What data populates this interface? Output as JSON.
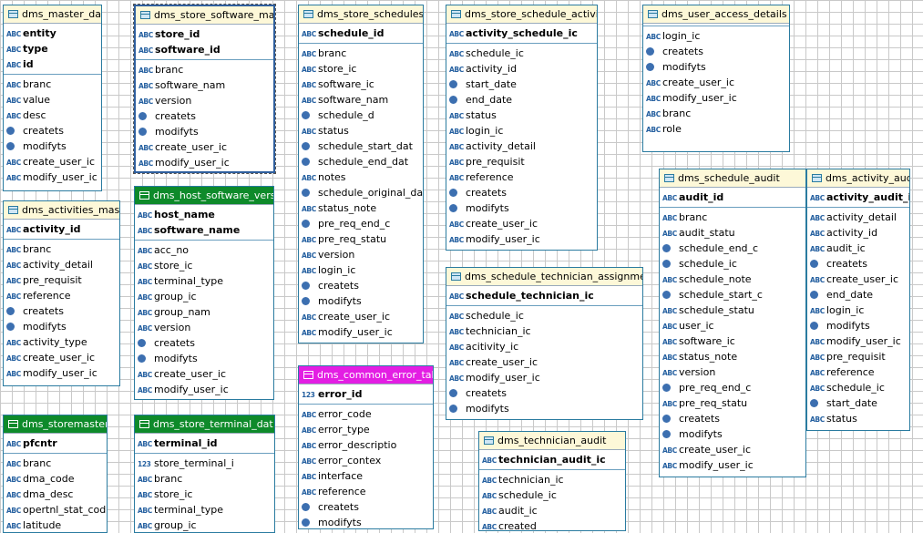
{
  "tables": [
    {
      "name": "dms_master_data",
      "header": "plain",
      "pk": [
        [
          "abc",
          "entity"
        ],
        [
          "abc",
          "type"
        ],
        [
          "abc",
          "id"
        ]
      ],
      "cols": [
        [
          "abc",
          "branc"
        ],
        [
          "abc",
          "value"
        ],
        [
          "abc",
          "desc"
        ],
        [
          "dt",
          "createts"
        ],
        [
          "dt",
          "modifyts"
        ],
        [
          "abc",
          "create_user_ic"
        ],
        [
          "abc",
          "modify_user_ic"
        ]
      ]
    },
    {
      "name": "dms_store_software_mast",
      "header": "plain",
      "sel": true,
      "pk": [
        [
          "abc",
          "store_id"
        ],
        [
          "abc",
          "software_id"
        ]
      ],
      "cols": [
        [
          "abc",
          "branc"
        ],
        [
          "abc",
          "software_nam"
        ],
        [
          "abc",
          "version"
        ],
        [
          "dt",
          "createts"
        ],
        [
          "dt",
          "modifyts"
        ],
        [
          "abc",
          "create_user_ic"
        ],
        [
          "abc",
          "modify_user_ic"
        ]
      ]
    },
    {
      "name": "dms_store_schedules",
      "header": "plain",
      "pk": [
        [
          "abc",
          "schedule_id"
        ]
      ],
      "cols": [
        [
          "abc",
          "branc"
        ],
        [
          "abc",
          "store_ic"
        ],
        [
          "abc",
          "software_ic"
        ],
        [
          "abc",
          "software_nam"
        ],
        [
          "dt",
          "schedule_d"
        ],
        [
          "abc",
          "status"
        ],
        [
          "dt",
          "schedule_start_dat"
        ],
        [
          "dt",
          "schedule_end_dat"
        ],
        [
          "abc",
          "notes"
        ],
        [
          "dt",
          "schedule_original_da"
        ],
        [
          "abc",
          "status_note"
        ],
        [
          "dt",
          "pre_req_end_c"
        ],
        [
          "abc",
          "pre_req_statu"
        ],
        [
          "abc",
          "version"
        ],
        [
          "abc",
          "login_ic"
        ],
        [
          "dt",
          "createts"
        ],
        [
          "dt",
          "modifyts"
        ],
        [
          "abc",
          "create_user_ic"
        ],
        [
          "abc",
          "modify_user_ic"
        ]
      ]
    },
    {
      "name": "dms_store_schedule_activitie",
      "header": "plain",
      "pk": [
        [
          "abc",
          "activity_schedule_ic"
        ]
      ],
      "cols": [
        [
          "abc",
          "schedule_ic"
        ],
        [
          "abc",
          "activity_id"
        ],
        [
          "dt",
          "start_date"
        ],
        [
          "dt",
          "end_date"
        ],
        [
          "abc",
          "status"
        ],
        [
          "abc",
          "login_ic"
        ],
        [
          "abc",
          "activity_detail"
        ],
        [
          "abc",
          "pre_requisit"
        ],
        [
          "abc",
          "reference"
        ],
        [
          "dt",
          "createts"
        ],
        [
          "dt",
          "modifyts"
        ],
        [
          "abc",
          "create_user_ic"
        ],
        [
          "abc",
          "modify_user_ic"
        ]
      ]
    },
    {
      "name": "dms_user_access_details",
      "header": "plain",
      "pk": [],
      "cols": [
        [
          "abc",
          "login_ic"
        ],
        [
          "dt",
          "createts"
        ],
        [
          "dt",
          "modifyts"
        ],
        [
          "abc",
          "create_user_ic"
        ],
        [
          "abc",
          "modify_user_ic"
        ],
        [
          "abc",
          "branc"
        ],
        [
          "abc",
          "role"
        ]
      ]
    },
    {
      "name": "dms_activities_master",
      "header": "plain",
      "pk": [
        [
          "abc",
          "activity_id"
        ]
      ],
      "cols": [
        [
          "abc",
          "branc"
        ],
        [
          "abc",
          "activity_detail"
        ],
        [
          "abc",
          "pre_requisit"
        ],
        [
          "abc",
          "reference"
        ],
        [
          "dt",
          "createts"
        ],
        [
          "dt",
          "modifyts"
        ],
        [
          "abc",
          "activity_type"
        ],
        [
          "abc",
          "create_user_ic"
        ],
        [
          "abc",
          "modify_user_ic"
        ]
      ]
    },
    {
      "name": "dms_host_software_versio",
      "header": "green",
      "pk": [
        [
          "abc",
          "host_name"
        ],
        [
          "abc",
          "software_name"
        ]
      ],
      "cols": [
        [
          "abc",
          "acc_no"
        ],
        [
          "abc",
          "store_ic"
        ],
        [
          "abc",
          "terminal_type"
        ],
        [
          "abc",
          "group_ic"
        ],
        [
          "abc",
          "group_nam"
        ],
        [
          "abc",
          "version"
        ],
        [
          "dt",
          "createts"
        ],
        [
          "dt",
          "modifyts"
        ],
        [
          "abc",
          "create_user_ic"
        ],
        [
          "abc",
          "modify_user_ic"
        ]
      ]
    },
    {
      "name": "dms_schedule_audit",
      "header": "plain",
      "pk": [
        [
          "abc",
          "audit_id"
        ]
      ],
      "cols": [
        [
          "abc",
          "branc"
        ],
        [
          "abc",
          "audit_statu"
        ],
        [
          "dt",
          "schedule_end_c"
        ],
        [
          "dt",
          "schedule_ic"
        ],
        [
          "abc",
          "schedule_note"
        ],
        [
          "dt",
          "schedule_start_c"
        ],
        [
          "abc",
          "schedule_statu"
        ],
        [
          "abc",
          "user_ic"
        ],
        [
          "abc",
          "software_ic"
        ],
        [
          "abc",
          "status_note"
        ],
        [
          "abc",
          "version"
        ],
        [
          "dt",
          "pre_req_end_c"
        ],
        [
          "abc",
          "pre_req_statu"
        ],
        [
          "dt",
          "createts"
        ],
        [
          "dt",
          "modifyts"
        ],
        [
          "abc",
          "create_user_ic"
        ],
        [
          "abc",
          "modify_user_ic"
        ]
      ]
    },
    {
      "name": "dms_activity_audit",
      "header": "plain",
      "pk": [
        [
          "abc",
          "activity_audit_ic"
        ]
      ],
      "cols": [
        [
          "abc",
          "activity_detail"
        ],
        [
          "abc",
          "activity_id"
        ],
        [
          "abc",
          "audit_ic"
        ],
        [
          "dt",
          "createts"
        ],
        [
          "abc",
          "create_user_ic"
        ],
        [
          "dt",
          "end_date"
        ],
        [
          "abc",
          "login_ic"
        ],
        [
          "dt",
          "modifyts"
        ],
        [
          "abc",
          "modify_user_ic"
        ],
        [
          "abc",
          "pre_requisit"
        ],
        [
          "abc",
          "reference"
        ],
        [
          "abc",
          "schedule_ic"
        ],
        [
          "dt",
          "start_date"
        ],
        [
          "abc",
          "status"
        ]
      ]
    },
    {
      "name": "dms_schedule_technician_assignmen",
      "header": "plain",
      "pk": [
        [
          "abc",
          "schedule_technician_ic"
        ]
      ],
      "cols": [
        [
          "abc",
          "schedule_ic"
        ],
        [
          "abc",
          "technician_ic"
        ],
        [
          "abc",
          "acitivity_ic"
        ],
        [
          "abc",
          "create_user_ic"
        ],
        [
          "abc",
          "modify_user_ic"
        ],
        [
          "dt",
          "createts"
        ],
        [
          "dt",
          "modifyts"
        ]
      ]
    },
    {
      "name": "dms_common_error_table",
      "header": "magenta",
      "pk": [
        [
          "num",
          "error_id"
        ]
      ],
      "cols": [
        [
          "abc",
          "error_code"
        ],
        [
          "abc",
          "error_type"
        ],
        [
          "abc",
          "error_descriptio"
        ],
        [
          "abc",
          "error_contex"
        ],
        [
          "abc",
          "interface"
        ],
        [
          "abc",
          "reference"
        ],
        [
          "dt",
          "createts"
        ],
        [
          "dt",
          "modifyts"
        ]
      ]
    },
    {
      "name": "dms_storemaster",
      "header": "green",
      "pk": [
        [
          "abc",
          "pfcntr"
        ]
      ],
      "cols": [
        [
          "abc",
          "branc"
        ],
        [
          "abc",
          "dma_code"
        ],
        [
          "abc",
          "dma_desc"
        ],
        [
          "abc",
          "opertnl_stat_cod"
        ],
        [
          "abc",
          "latitude"
        ]
      ]
    },
    {
      "name": "dms_store_terminal_dat",
      "header": "green",
      "pk": [
        [
          "abc",
          "terminal_id"
        ]
      ],
      "cols": [
        [
          "num",
          "store_terminal_i"
        ],
        [
          "abc",
          "branc"
        ],
        [
          "abc",
          "store_ic"
        ],
        [
          "abc",
          "terminal_type"
        ],
        [
          "abc",
          "group_ic"
        ]
      ]
    },
    {
      "name": "dms_technician_audit",
      "header": "plain",
      "pk": [
        [
          "abc",
          "technician_audit_ic"
        ]
      ],
      "cols": [
        [
          "abc",
          "technician_ic"
        ],
        [
          "abc",
          "schedule_ic"
        ],
        [
          "abc",
          "audit_ic"
        ],
        [
          "abc",
          "created"
        ]
      ]
    }
  ]
}
